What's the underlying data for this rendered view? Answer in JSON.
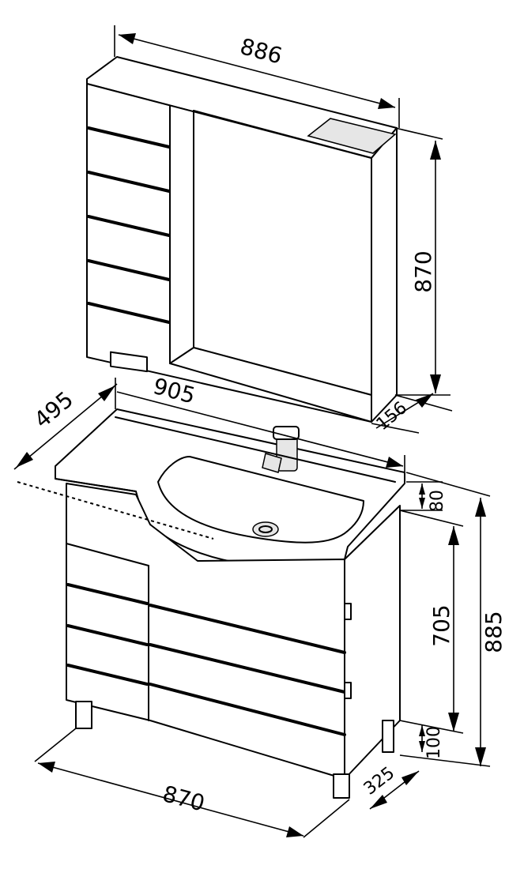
{
  "dimensions": {
    "mirror_width": "886",
    "mirror_height": "870",
    "mirror_depth": "156",
    "sink_width": "905",
    "sink_depth": "495",
    "sink_thickness": "80",
    "cabinet_height": "705",
    "total_height": "885",
    "leg_height": "100",
    "cabinet_width": "870",
    "cabinet_depth": "325"
  }
}
